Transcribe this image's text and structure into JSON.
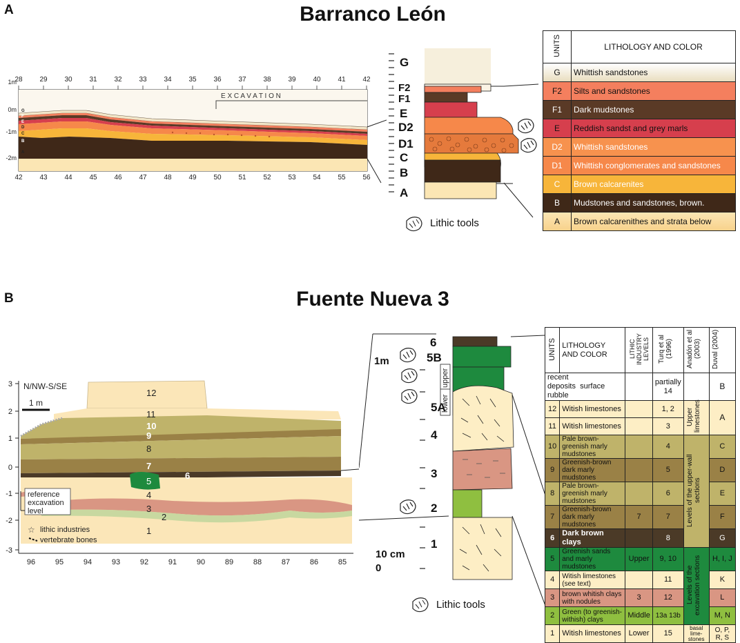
{
  "panel_a": {
    "letter": "A",
    "title": "Barranco León",
    "x_top_ticks": [
      "28",
      "29",
      "30",
      "31",
      "32",
      "33",
      "34",
      "35",
      "36",
      "37",
      "38",
      "39",
      "40",
      "41",
      "42"
    ],
    "x_bottom_ticks": [
      "42",
      "43",
      "44",
      "45",
      "46",
      "47",
      "48",
      "49",
      "50",
      "51",
      "52",
      "53",
      "54",
      "55",
      "56"
    ],
    "y_ticks": [
      "1m",
      "0m",
      "-1m",
      "-2m"
    ],
    "section_letters": [
      "G",
      "F",
      "E",
      "D",
      "C",
      "B",
      "A"
    ],
    "excavation_label": "E X C A V A T I O N",
    "column_labels": [
      "G",
      "F2",
      "F1",
      "E",
      "D2",
      "D1",
      "C",
      "B",
      "A"
    ],
    "lithic_legend": "Lithic tools",
    "legend_header": {
      "units": "UNITS",
      "lithology": "LITHOLOGY AND COLOR"
    },
    "legend_rows": [
      {
        "unit": "G",
        "text": "Whittish sandstones",
        "color": "#f3ecd6"
      },
      {
        "unit": "F2",
        "text": "Silts and sandstones",
        "color": "#f47f5e"
      },
      {
        "unit": "F1",
        "text": "Dark mudstones",
        "color": "#5a3a26"
      },
      {
        "unit": "E",
        "text": "Reddish sandst and grey marls",
        "color": "#d63f4d"
      },
      {
        "unit": "D2",
        "text": "Whittish sandstones",
        "color": "#f7924e"
      },
      {
        "unit": "D1",
        "text": "Whittish conglomerates and sandstones",
        "color": "#f6884a"
      },
      {
        "unit": "C",
        "text": "Brown calcarenites",
        "color": "#f7b53a"
      },
      {
        "unit": "B",
        "text": "Mudstones and sandstones, brown.",
        "color": "#3f2818"
      },
      {
        "unit": "A",
        "text": "Brown calcarenithes and strata below",
        "color": "#fbe6b4"
      }
    ]
  },
  "panel_b": {
    "letter": "B",
    "title": "Fuente Nueva 3",
    "orientation": "N/NW-S/SE",
    "scale_bar": "1 m",
    "y_ticks": [
      "3",
      "2",
      "1",
      "0",
      "-1",
      "-2",
      "-3"
    ],
    "x_ticks": [
      "96",
      "95",
      "94",
      "93",
      "92",
      "91",
      "90",
      "89",
      "88",
      "87",
      "86",
      "85"
    ],
    "section_numbers": [
      "12",
      "11",
      "10",
      "9",
      "8",
      "7",
      "6",
      "5",
      "4",
      "3",
      "2",
      "1"
    ],
    "reference_label": [
      "reference",
      "excavation",
      "level"
    ],
    "legend_lithic": "lithic industries",
    "legend_bones": "vertebrate bones",
    "column_labels": [
      "6",
      "5B",
      "upper",
      "lower",
      "5A",
      "4",
      "3",
      "2",
      "1"
    ],
    "scale_1m": "1m",
    "scale_10cm": "10 cm",
    "scale_0": "0",
    "lithic_legend": "Lithic tools",
    "table_header": {
      "units": "UNITS",
      "lithology": "LITHOLOGY AND COLOR",
      "lithic": "LITHIC INDUSTRY LEVELS",
      "turq": "Turq et al (1996)",
      "anadon": "Anadón et al (2003)",
      "duval": "Duval (2004)"
    },
    "recent_row": {
      "left": "recent deposits",
      "mid": "surface rubble",
      "turq": "partially 14",
      "duval": "B"
    },
    "anadon_groups": [
      "Upper limestones",
      "Levels of the upper-wall sections",
      "Levels of the excavation sections",
      "basal lime- stones"
    ],
    "rows": [
      {
        "unit": "12",
        "text": "Witish limestones",
        "lithic": "",
        "turq": "1, 2",
        "duval": "",
        "color": "#fdeec5"
      },
      {
        "unit": "11",
        "text": "Witish limestones",
        "lithic": "",
        "turq": "3",
        "duval": "A",
        "color": "#fdeec5"
      },
      {
        "unit": "10",
        "text": "Pale brown-greenish marly mudstones",
        "lithic": "",
        "turq": "4",
        "duval": "C",
        "color": "#bfb36a"
      },
      {
        "unit": "9",
        "text": "Greenish-brown dark marly mudstones",
        "lithic": "",
        "turq": "5",
        "duval": "D",
        "color": "#9a8146"
      },
      {
        "unit": "8",
        "text": "Pale brown-greenish marly mudstones",
        "lithic": "",
        "turq": "6",
        "duval": "E",
        "color": "#bfb36a"
      },
      {
        "unit": "7",
        "text": "Greenish-brown dark marly mudstones",
        "lithic": "7",
        "turq": "7",
        "duval": "F",
        "color": "#9a8146"
      },
      {
        "unit": "6",
        "text": "Dark brown clays",
        "lithic": "",
        "turq": "8",
        "duval": "G",
        "color": "#4b3a27"
      },
      {
        "unit": "5",
        "text": "Greenish sands  and marly mudstones",
        "lithic": "Upper",
        "turq": "9, 10",
        "duval": "H, I, J",
        "color": "#1e8a3e"
      },
      {
        "unit": "4",
        "text": "Witish limestones (see text)",
        "lithic": "",
        "turq": "11",
        "duval": "K",
        "color": "#fdeec5"
      },
      {
        "unit": "3",
        "text": "brown whitish clays with nodules",
        "lithic": "3",
        "turq": "12",
        "duval": "L",
        "color": "#d99683"
      },
      {
        "unit": "2",
        "text": "Green (to greenish-withish) clays",
        "lithic": "Middle",
        "turq": "13a 13b",
        "duval": "M, N",
        "color": "#8fbf40"
      },
      {
        "unit": "1",
        "text": "Witish limestones",
        "lithic": "Lower",
        "turq": "15",
        "duval": "O, P, R, S",
        "color": "#fdeec5"
      }
    ]
  }
}
